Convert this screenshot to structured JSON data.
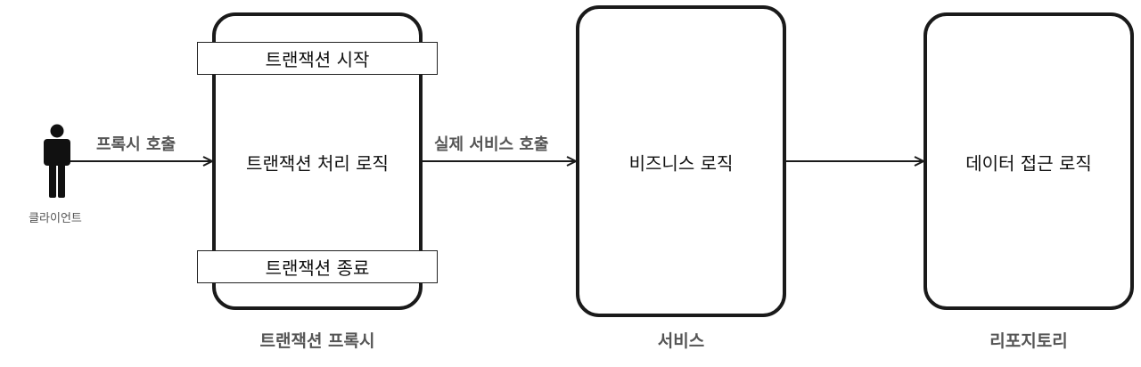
{
  "client": {
    "icon": "person-icon",
    "label": "클라이언트"
  },
  "arrows": {
    "proxy_call": "프록시 호출",
    "real_service_call": "실제 서비스 호출"
  },
  "proxy": {
    "tx_start": "트랜잭션 시작",
    "tx_logic": "트랜잭션 처리 로직",
    "tx_end": "트랜잭션 종료",
    "caption": "트랜잭션 프록시"
  },
  "service": {
    "logic": "비즈니스 로직",
    "caption": "서비스"
  },
  "repository": {
    "logic": "데이터 접근 로직",
    "caption": "리포지토리"
  },
  "colors": {
    "stroke": "#1a1a1a",
    "caption_text": "#555555",
    "body_text": "#111111"
  }
}
